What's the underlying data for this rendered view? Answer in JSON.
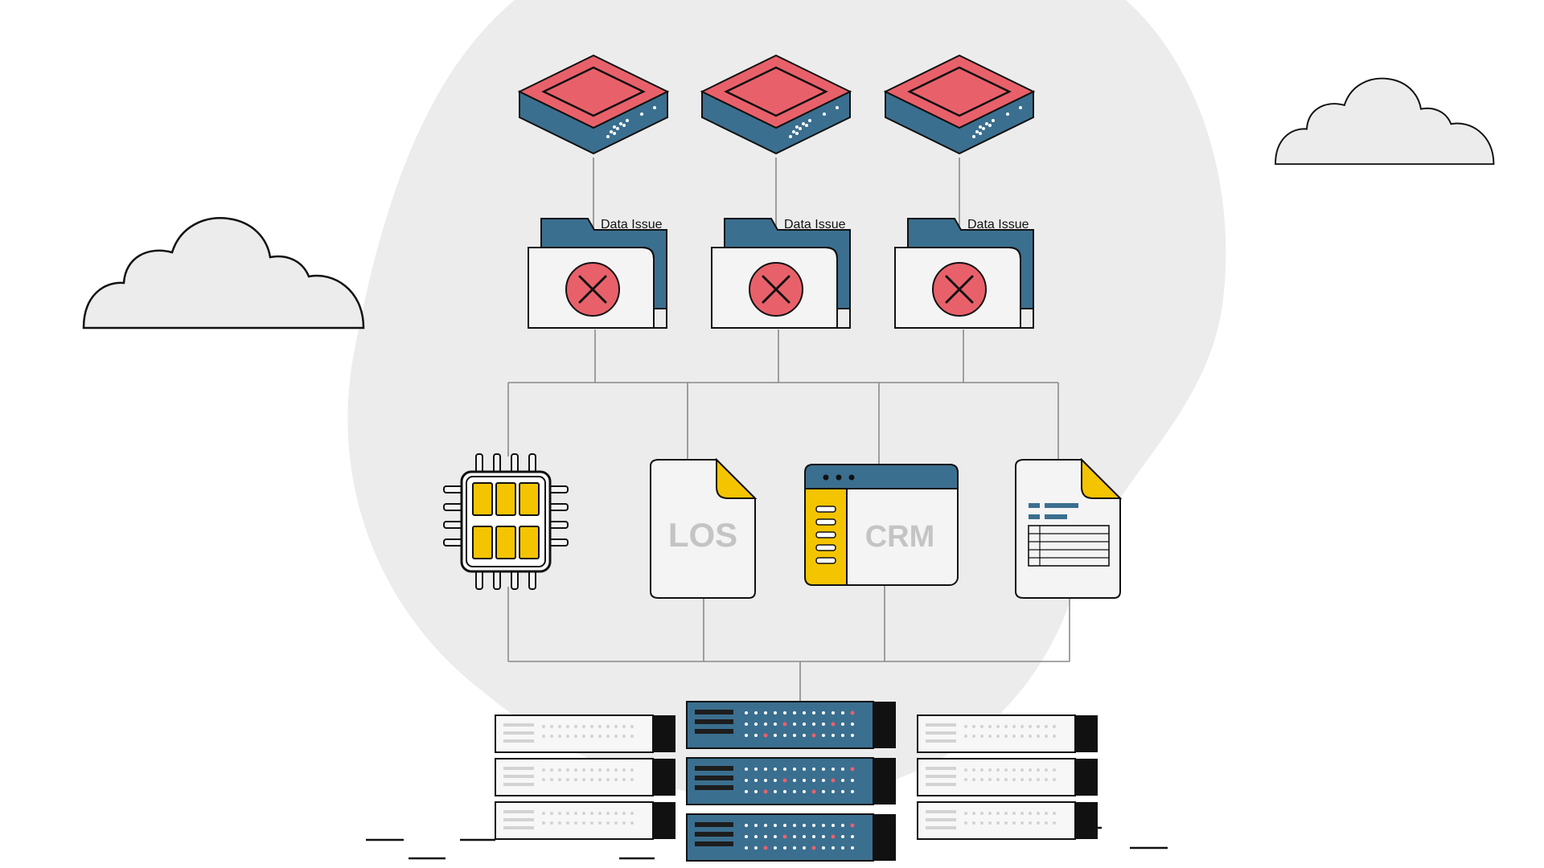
{
  "diagram": {
    "folders": [
      {
        "label": "Data Issue",
        "status": "error"
      },
      {
        "label": "Data Issue",
        "status": "error"
      },
      {
        "label": "Data Issue",
        "status": "error"
      }
    ],
    "systems": {
      "chip": {
        "icon": "cpu-chip-icon"
      },
      "los": {
        "label": "LOS",
        "icon": "document-icon"
      },
      "crm": {
        "label": "CRM",
        "icon": "browser-window-icon"
      },
      "spreadsheet": {
        "icon": "spreadsheet-document-icon"
      }
    },
    "devices": [
      {
        "icon": "router-icon"
      },
      {
        "icon": "router-icon"
      },
      {
        "icon": "router-icon"
      }
    ],
    "colors": {
      "router_top": "#e8616a",
      "router_side": "#3b6f8f",
      "error": "#e8616a",
      "folder_tab": "#3b6f8f",
      "accent": "#f5c400",
      "blob": "#ececec"
    }
  }
}
